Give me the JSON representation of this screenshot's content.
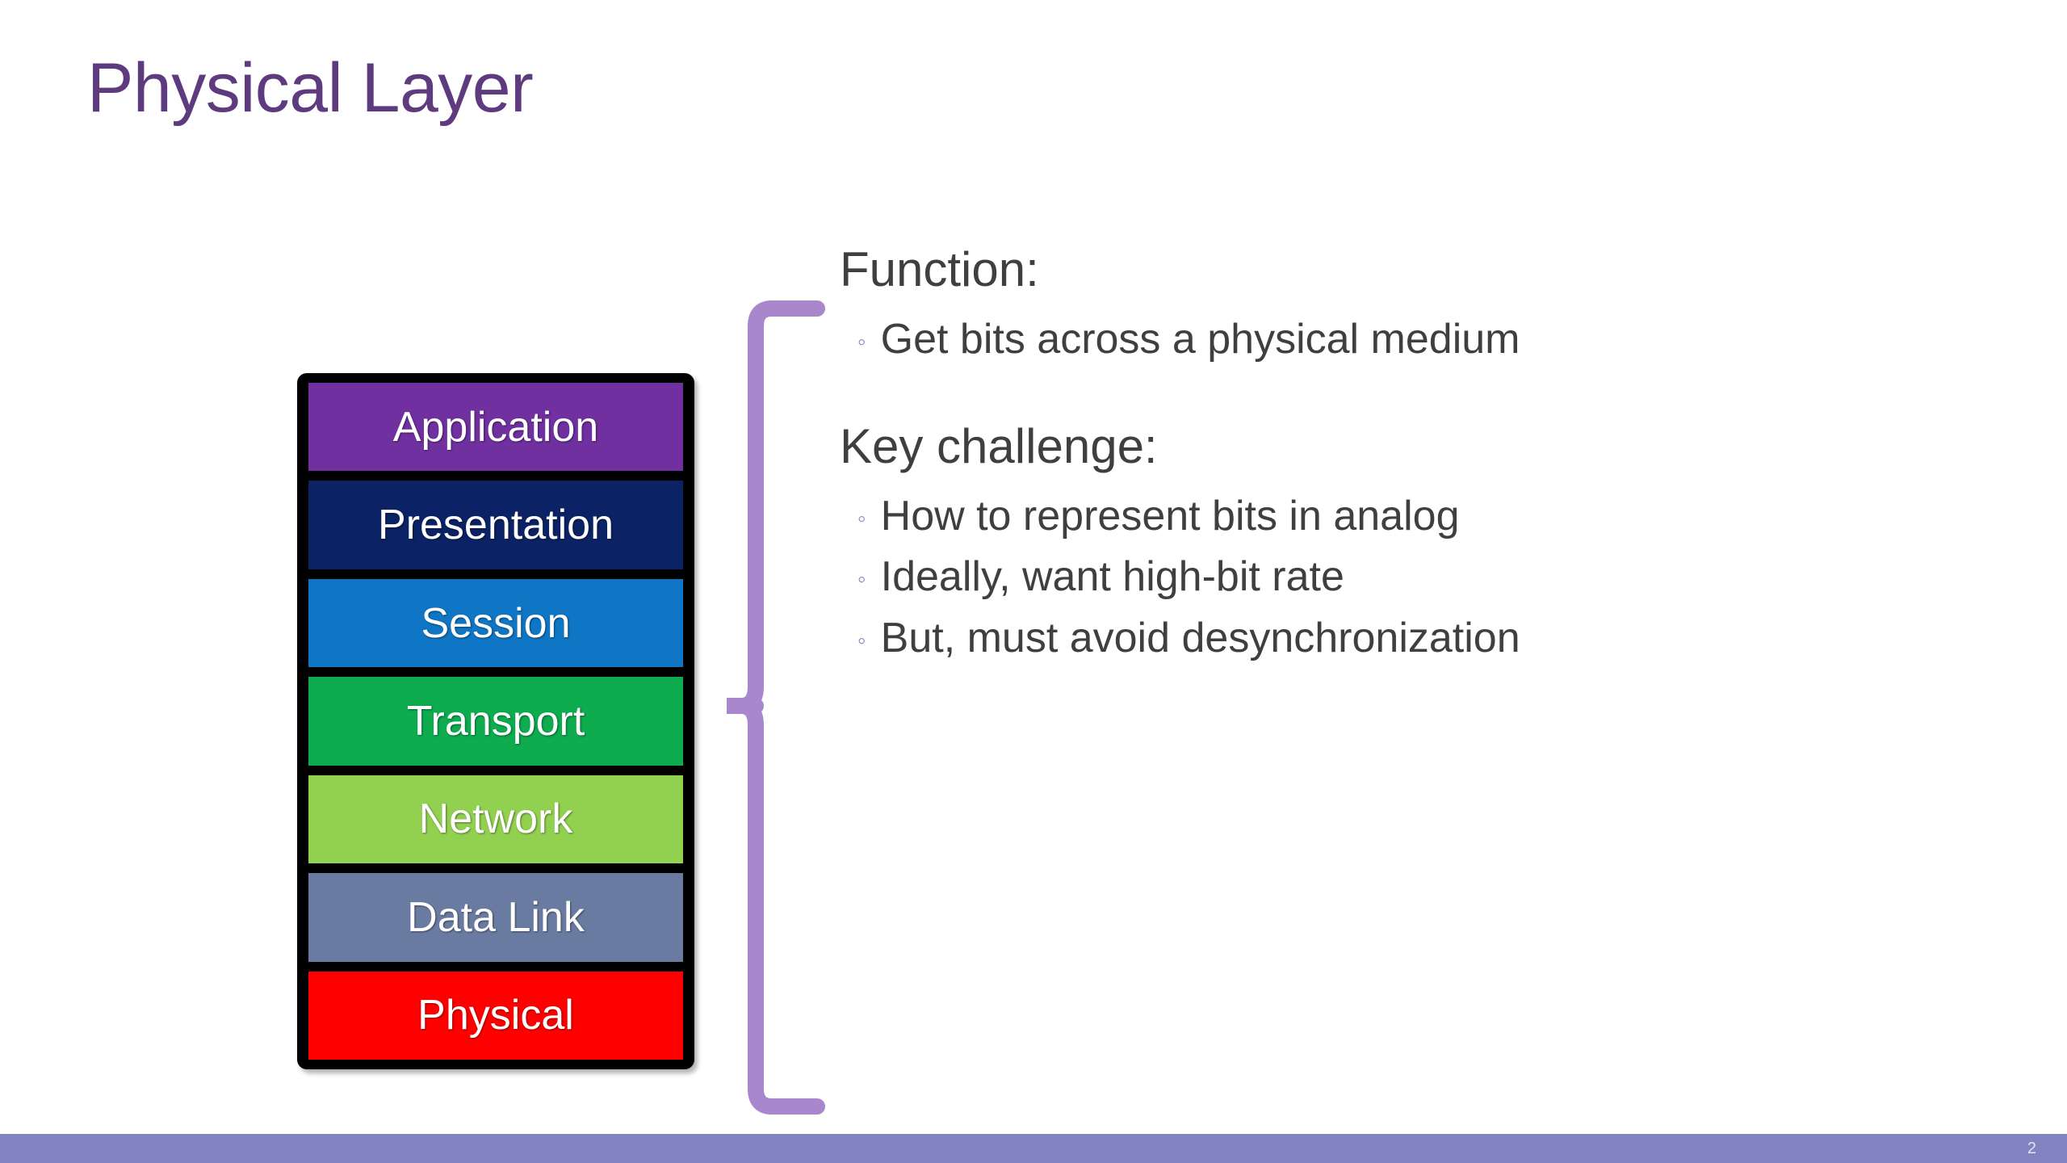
{
  "slide": {
    "title": "Physical Layer",
    "title_color": "#5e3b7e",
    "page_number": "2",
    "footer_color": "#8283c1",
    "background_color": "#ffffff"
  },
  "osi_stack": {
    "name": "OSI model layer stack",
    "border_color": "#000000",
    "layers": [
      {
        "label": "Application",
        "color": "#7030a0",
        "text_color": "#ffffff"
      },
      {
        "label": "Presentation",
        "color": "#0b2265",
        "text_color": "#ffffff"
      },
      {
        "label": "Session",
        "color": "#0e76c4",
        "text_color": "#ffffff"
      },
      {
        "label": "Transport",
        "color": "#0eab4f",
        "text_color": "#ffffff"
      },
      {
        "label": "Network",
        "color": "#92d050",
        "text_color": "#ffffff"
      },
      {
        "label": "Data Link",
        "color": "#6a7ba2",
        "text_color": "#ffffff"
      },
      {
        "label": "Physical",
        "color": "#fe0000",
        "text_color": "#ffffff"
      }
    ]
  },
  "brace": {
    "name": "curly-brace-pointing-to-physical-layer",
    "color": "#a887cd"
  },
  "content": {
    "bullet_glyph": "◦",
    "bullet_color": "#9a7fbe",
    "text_color": "#3f3f3f",
    "sections": [
      {
        "heading": "Function:",
        "bullets": [
          "Get bits across a physical medium"
        ]
      },
      {
        "heading": "Key challenge:",
        "bullets": [
          "How to represent bits in analog",
          "Ideally, want high-bit rate",
          "But, must avoid desynchronization"
        ]
      }
    ]
  }
}
